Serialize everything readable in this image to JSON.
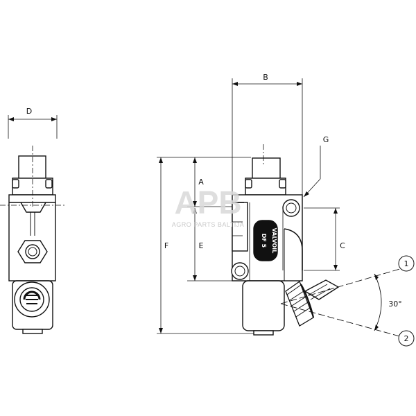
{
  "dimension_labels": {
    "a": "A",
    "b": "B",
    "c": "C",
    "d": "D",
    "e": "E",
    "f": "F",
    "g": "G"
  },
  "angle_label": "30°",
  "position_labels": [
    "1",
    "2"
  ],
  "body_marking": {
    "brand": "VALVOIL",
    "model": "DF 5"
  },
  "watermark": {
    "logo": "APB",
    "text": "AGRO PARTS BALTIJA"
  },
  "colors": {
    "line": "#111111",
    "watermark": "#d9d9d9"
  }
}
